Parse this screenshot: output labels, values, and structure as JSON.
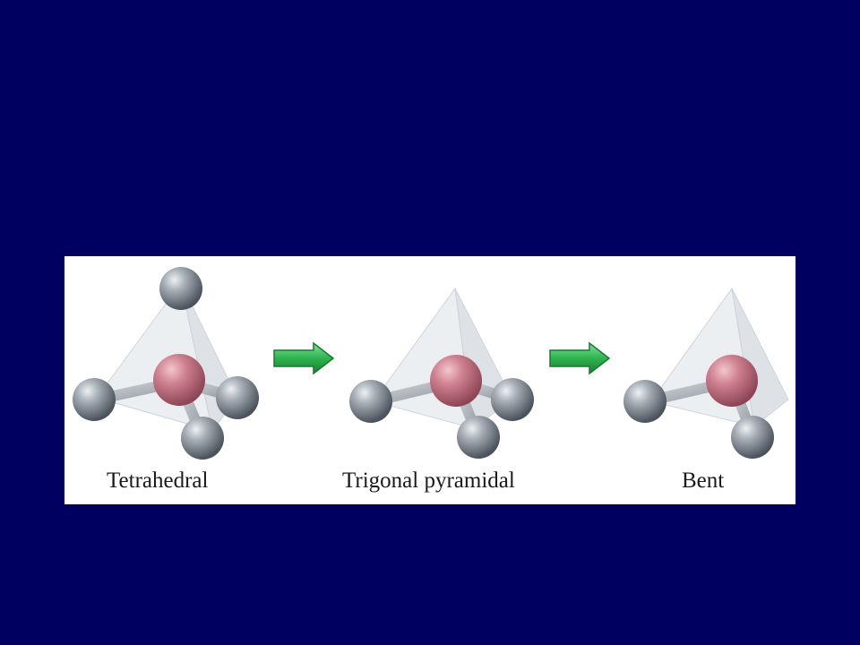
{
  "slide": {
    "background_color": "#000060",
    "panel_color": "#ffffff"
  },
  "figure": {
    "colors": {
      "central_atom": "#c77784",
      "outer_atom": "#8d96a0",
      "bond": "#b7bcc2",
      "tetrahedron_face": "#dde1e5",
      "arrow": "#2fb34f"
    },
    "molecules": [
      {
        "id": "tetrahedral",
        "caption": "Tetrahedral",
        "outer_atoms": 4
      },
      {
        "id": "trigonal-pyramidal",
        "caption": "Trigonal pyramidal",
        "outer_atoms": 3
      },
      {
        "id": "bent",
        "caption": "Bent",
        "outer_atoms": 2
      }
    ],
    "arrows": [
      {
        "icon": "right-arrow-icon",
        "direction": "right"
      },
      {
        "icon": "right-arrow-icon",
        "direction": "right"
      }
    ]
  }
}
